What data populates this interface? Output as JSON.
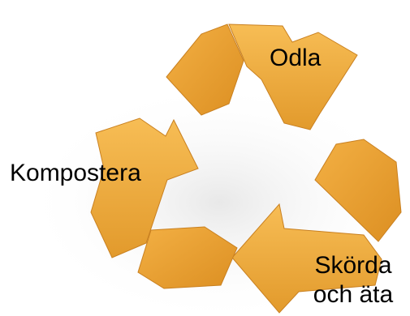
{
  "diagram": {
    "type": "recycling-cycle",
    "colors": {
      "arrow_fill_top": "#f5b64a",
      "arrow_fill_bottom": "#e39a2a",
      "arrow_edge": "#c97e1c",
      "label_text": "#000000",
      "background": "#ffffff"
    },
    "steps": [
      {
        "id": "grow",
        "label": "Odla"
      },
      {
        "id": "harvest",
        "label_line1": "Skörda",
        "label_line2": "och äta"
      },
      {
        "id": "compost",
        "label": "Kompostera"
      }
    ]
  }
}
